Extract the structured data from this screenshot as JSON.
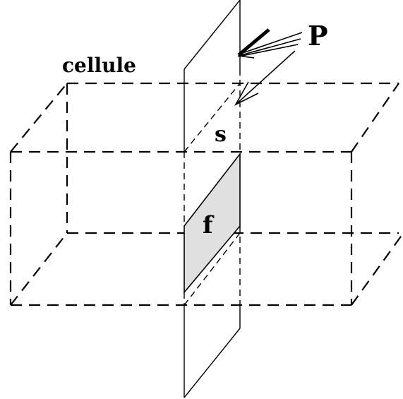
{
  "labels": {
    "cellule": "cellule",
    "s": "s",
    "f": "f",
    "P": "P"
  },
  "colors": {
    "line": "#000000",
    "face_fill": "#e0e0e0",
    "background": "#ffffff"
  }
}
